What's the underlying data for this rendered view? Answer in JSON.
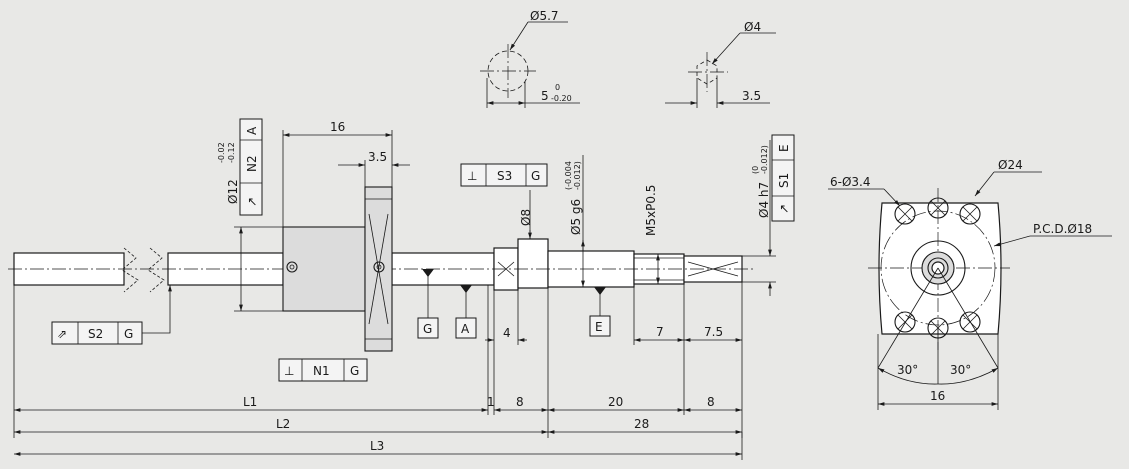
{
  "dims": {
    "d57": "Ø5.7",
    "tol_5_top": "0",
    "tol_5_bot": "-0.20",
    "five": "5",
    "d4_top": "Ø4",
    "v35_top": "3.5",
    "v16": "16",
    "v35": "3.5",
    "d12": "Ø12",
    "d12_tol_top": "-0.02",
    "d12_tol_bot": "-0.12",
    "d8": "Ø8",
    "d5g6": "Ø5 g6",
    "d5_tol_top": "(-0.004",
    "d5_tol_bot": "-0.012)",
    "m5": "M5xP0.5",
    "d4h7": "Ø4 h7",
    "d4_tol_top": "(0",
    "d4_tol_bot": "-0.012)",
    "holes": "6-Ø3.4",
    "d24": "Ø24",
    "pcd": "P.C.D.Ø18",
    "v4": "4",
    "v7": "7",
    "v75": "7.5",
    "ang30a": "30°",
    "ang30b": "30°",
    "v16b": "16",
    "L1": "L1",
    "L2": "L2",
    "L3": "L3",
    "one": "1",
    "eight_a": "8",
    "twenty": "20",
    "eight_b": "8",
    "twenty8": "28"
  },
  "frames": {
    "n2_sym": "↗",
    "n2_label": "N2",
    "n2_datum": "A",
    "s1_sym": "↗",
    "s1_label": "S1",
    "s1_datum": "E",
    "s3_sym": "⊥",
    "s3_label": "S3",
    "s3_datum": "G",
    "s2_sym": "⇗",
    "s2_label": "S2",
    "s2_datum": "G",
    "n1_sym": "⊥",
    "n1_label": "N1",
    "n1_datum": "G"
  },
  "datums": {
    "g": "G",
    "a": "A",
    "e": "E"
  }
}
